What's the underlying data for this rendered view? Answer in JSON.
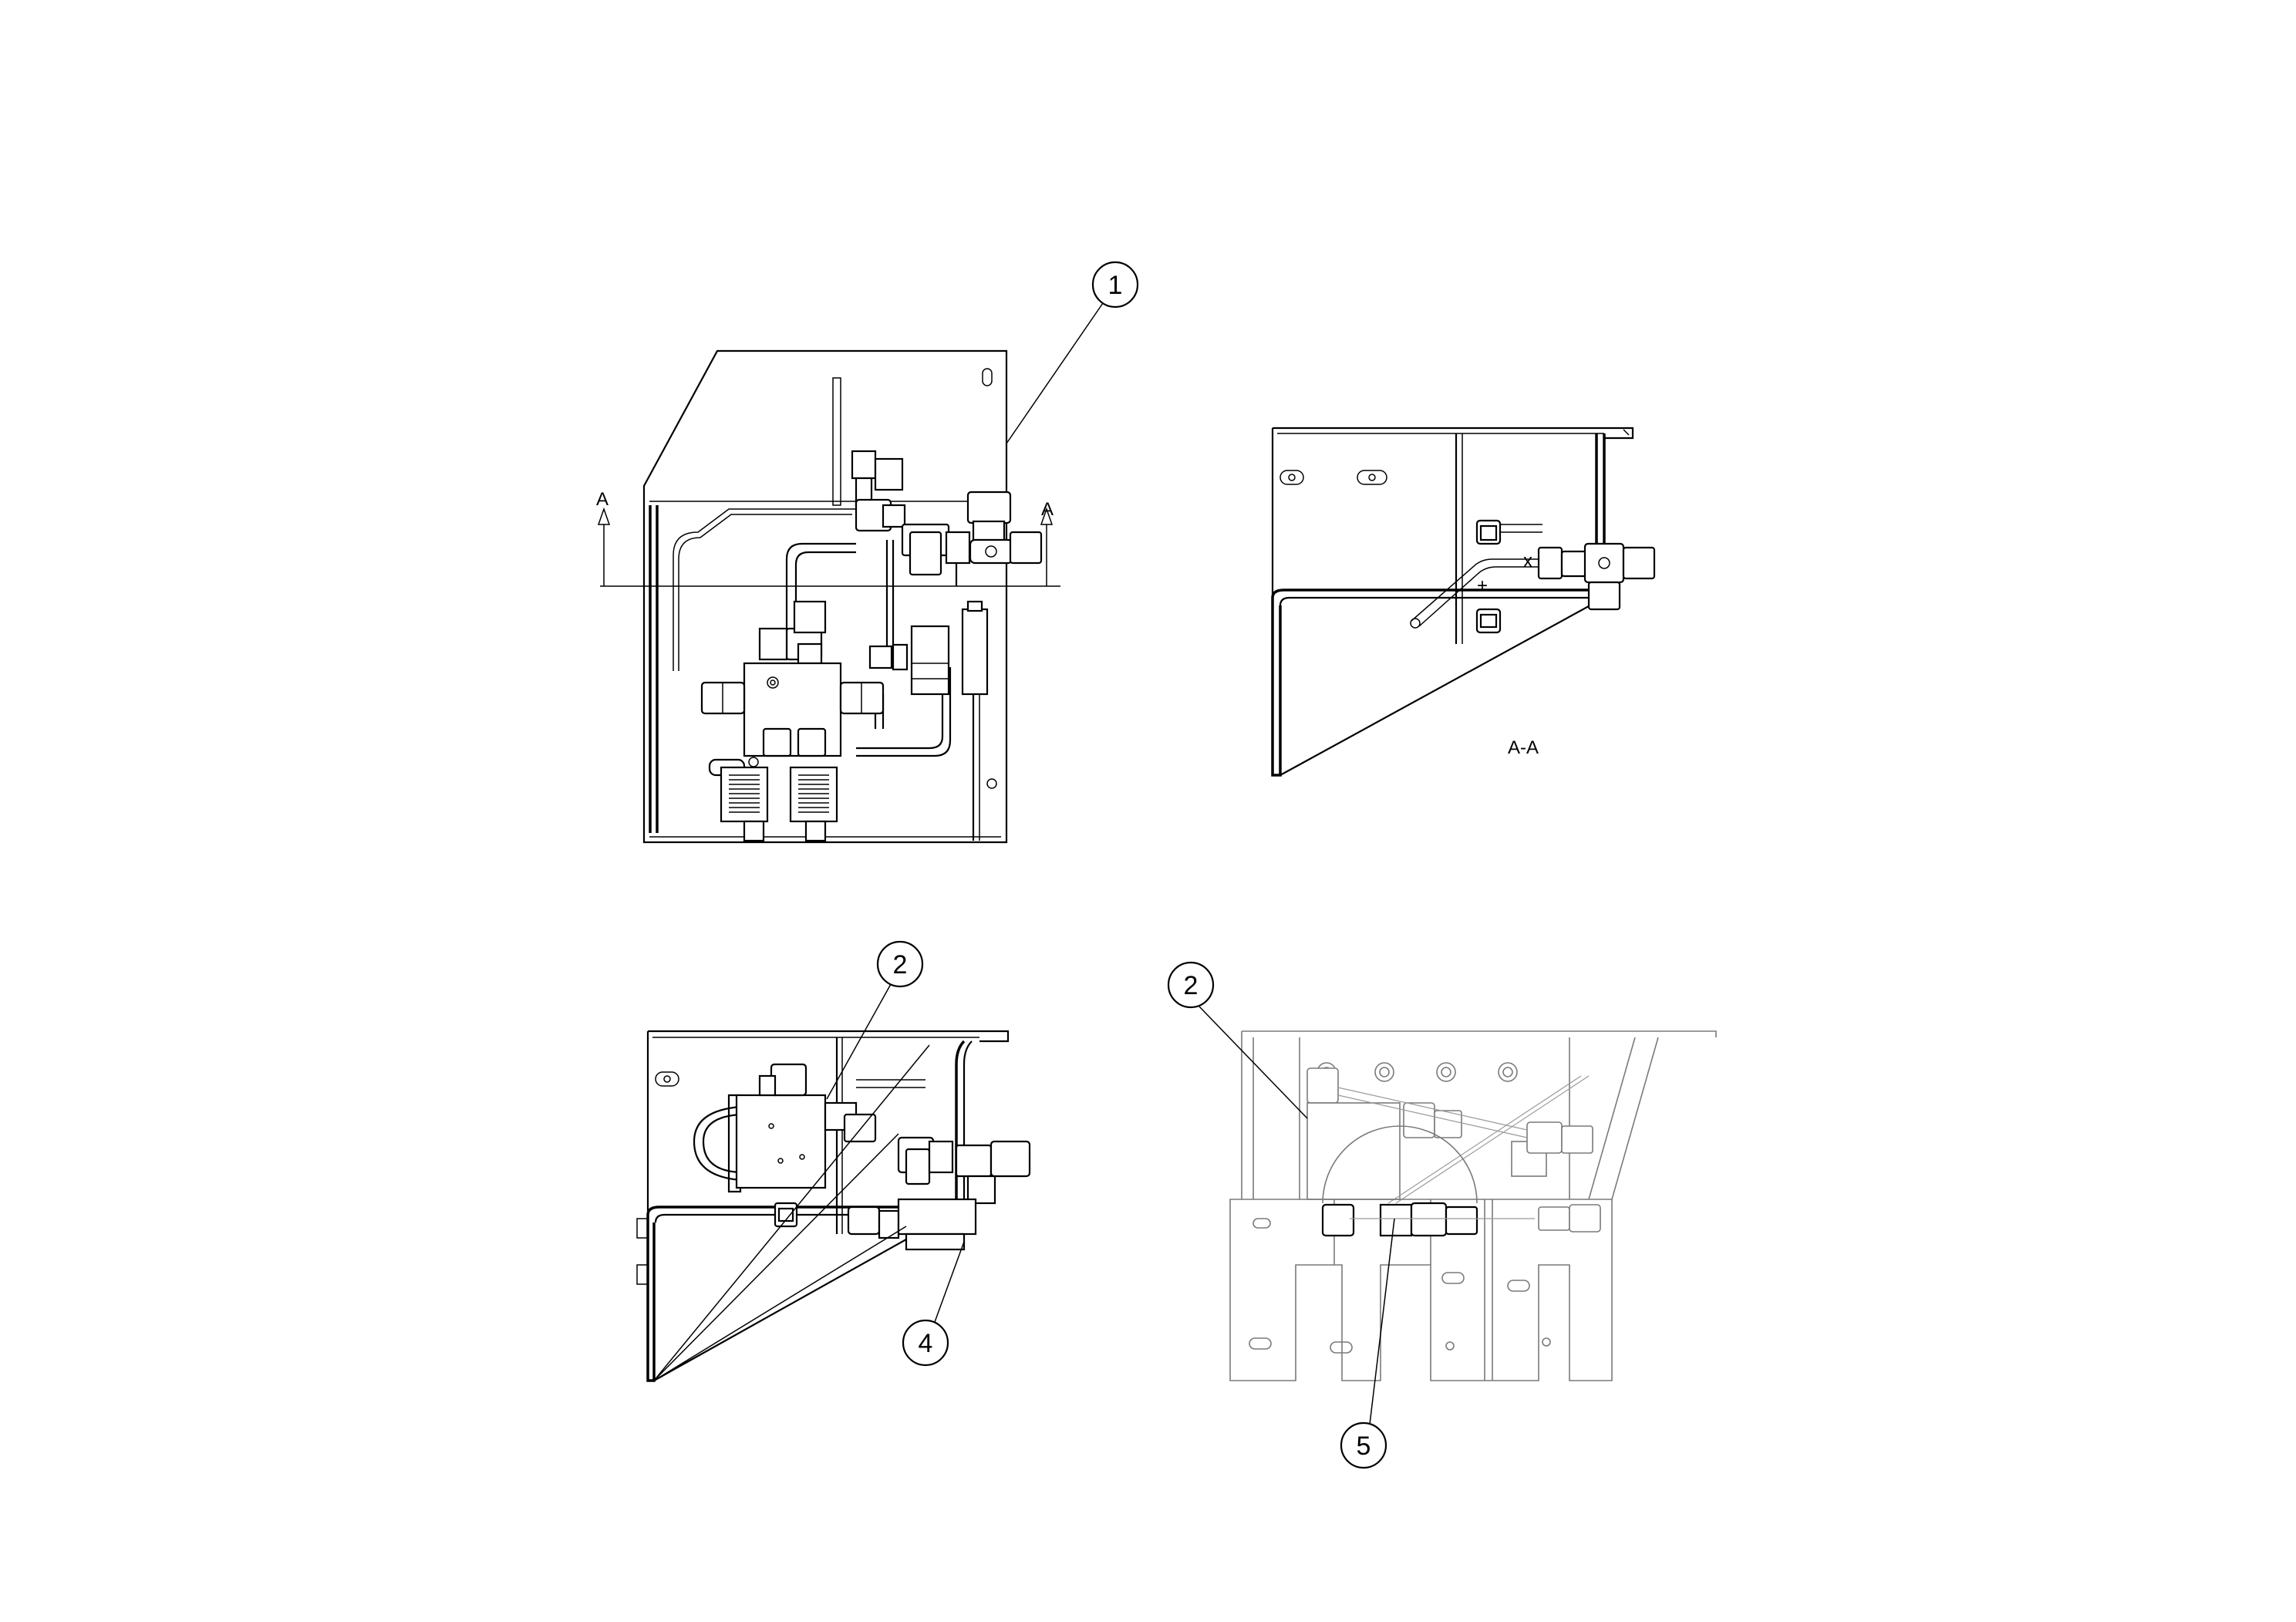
{
  "callouts": {
    "c1": "1",
    "c2_left": "2",
    "c2_right": "2",
    "c4": "4",
    "c5": "5"
  },
  "section": {
    "view_title": "A-A",
    "marker_left": "A",
    "marker_right": "A"
  }
}
